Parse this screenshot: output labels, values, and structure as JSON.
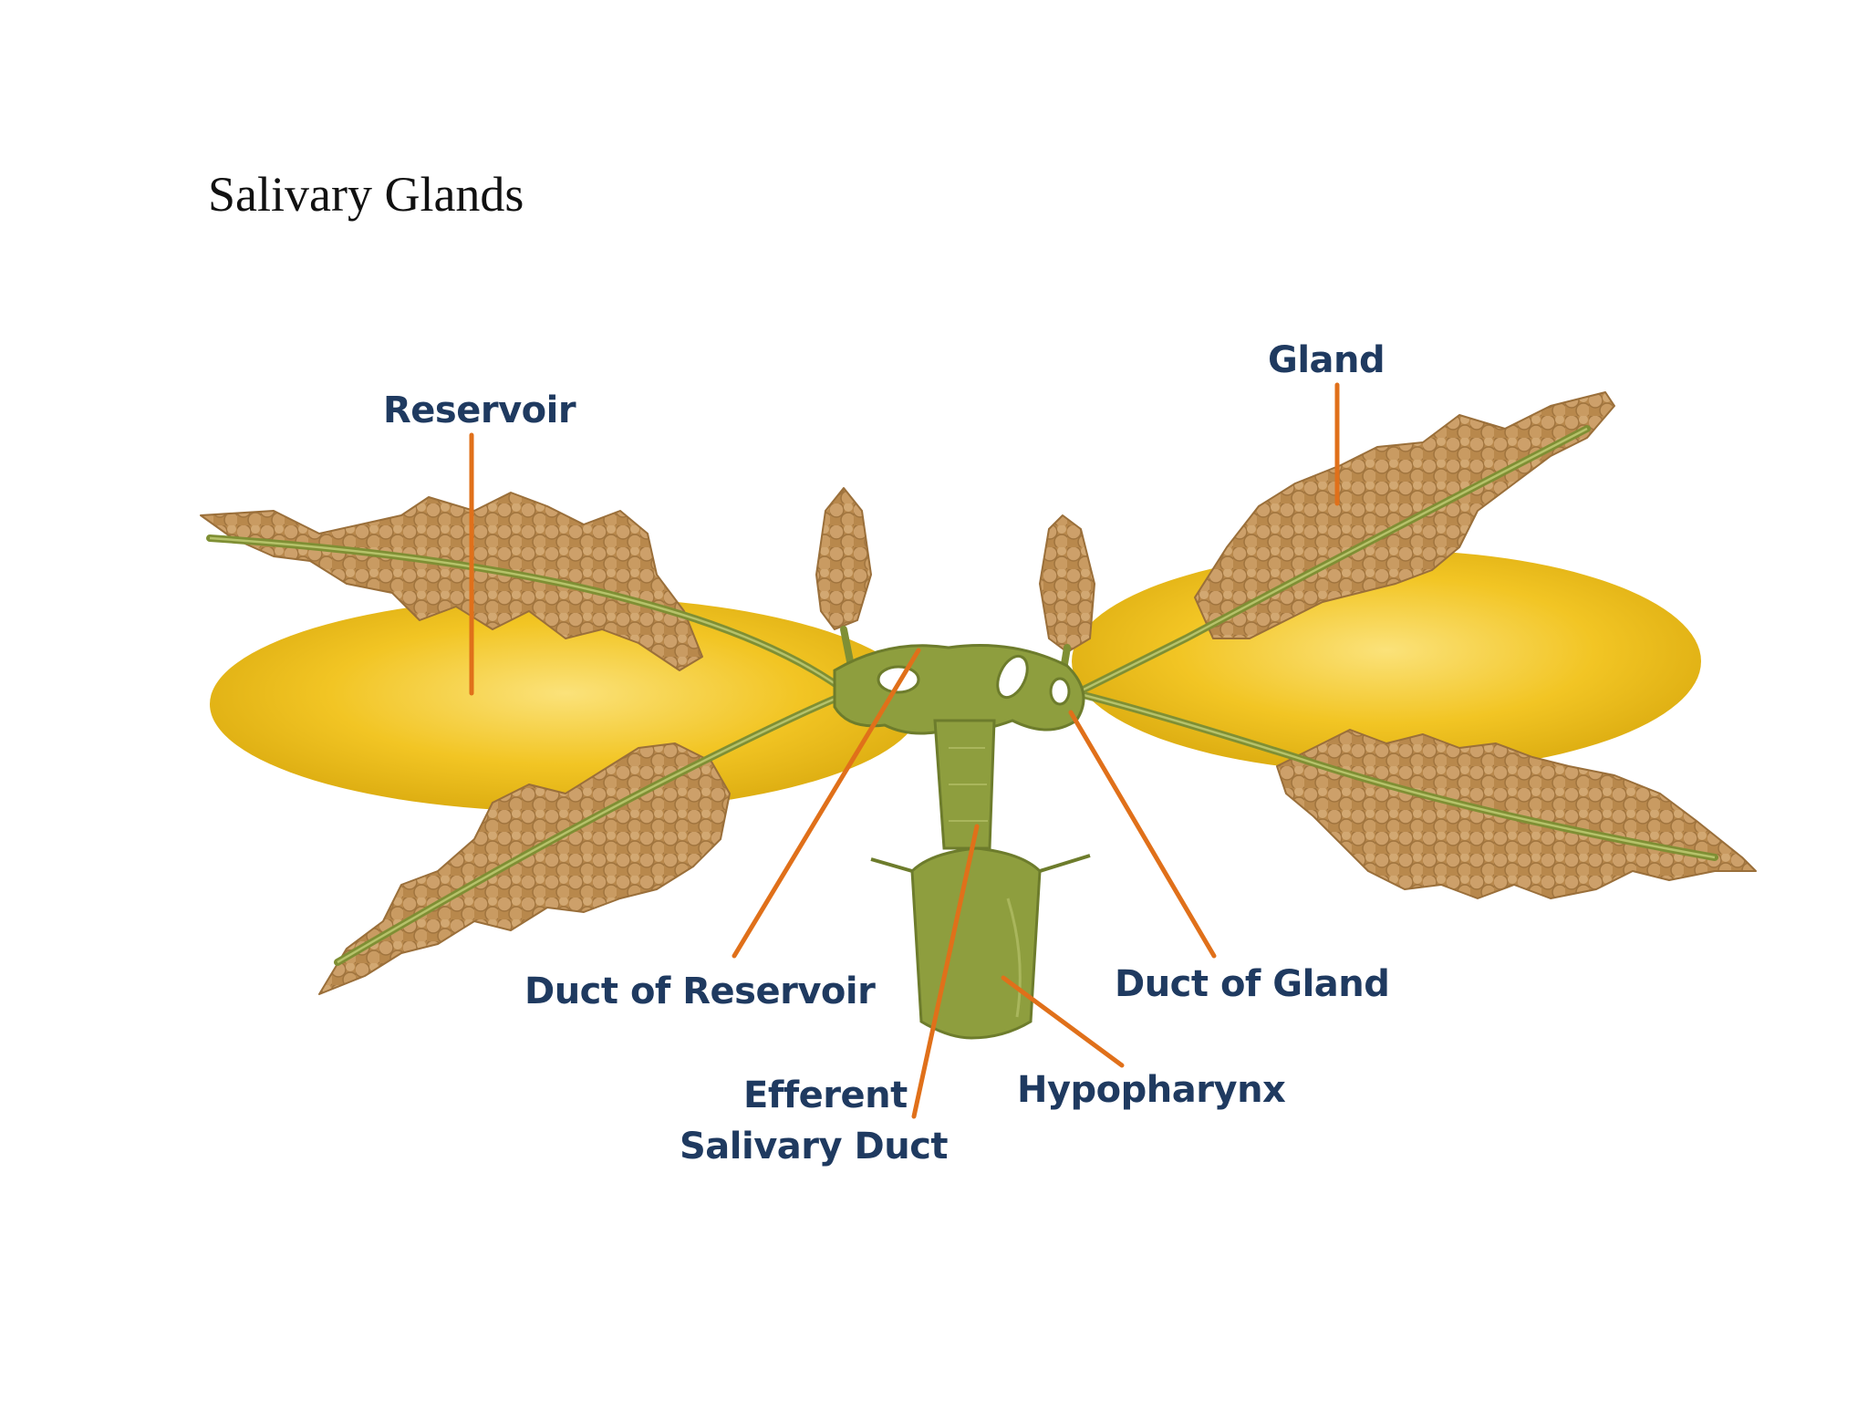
{
  "title": "Salivary Glands",
  "labels": {
    "reservoir": "Reservoir",
    "gland": "Gland",
    "duct_of_reservoir": "Duct of Reservoir",
    "duct_of_gland": "Duct of Gland",
    "efferent_line1": "Efferent",
    "efferent_line2": "Salivary Duct",
    "hypopharynx": "Hypopharynx"
  },
  "colors": {
    "label_text": "#1f3a60",
    "leader_line": "#e0701a",
    "reservoir_fill": "#f0c020",
    "gland_lobule": "#c89a5a",
    "duct": "#8a9a3a"
  }
}
